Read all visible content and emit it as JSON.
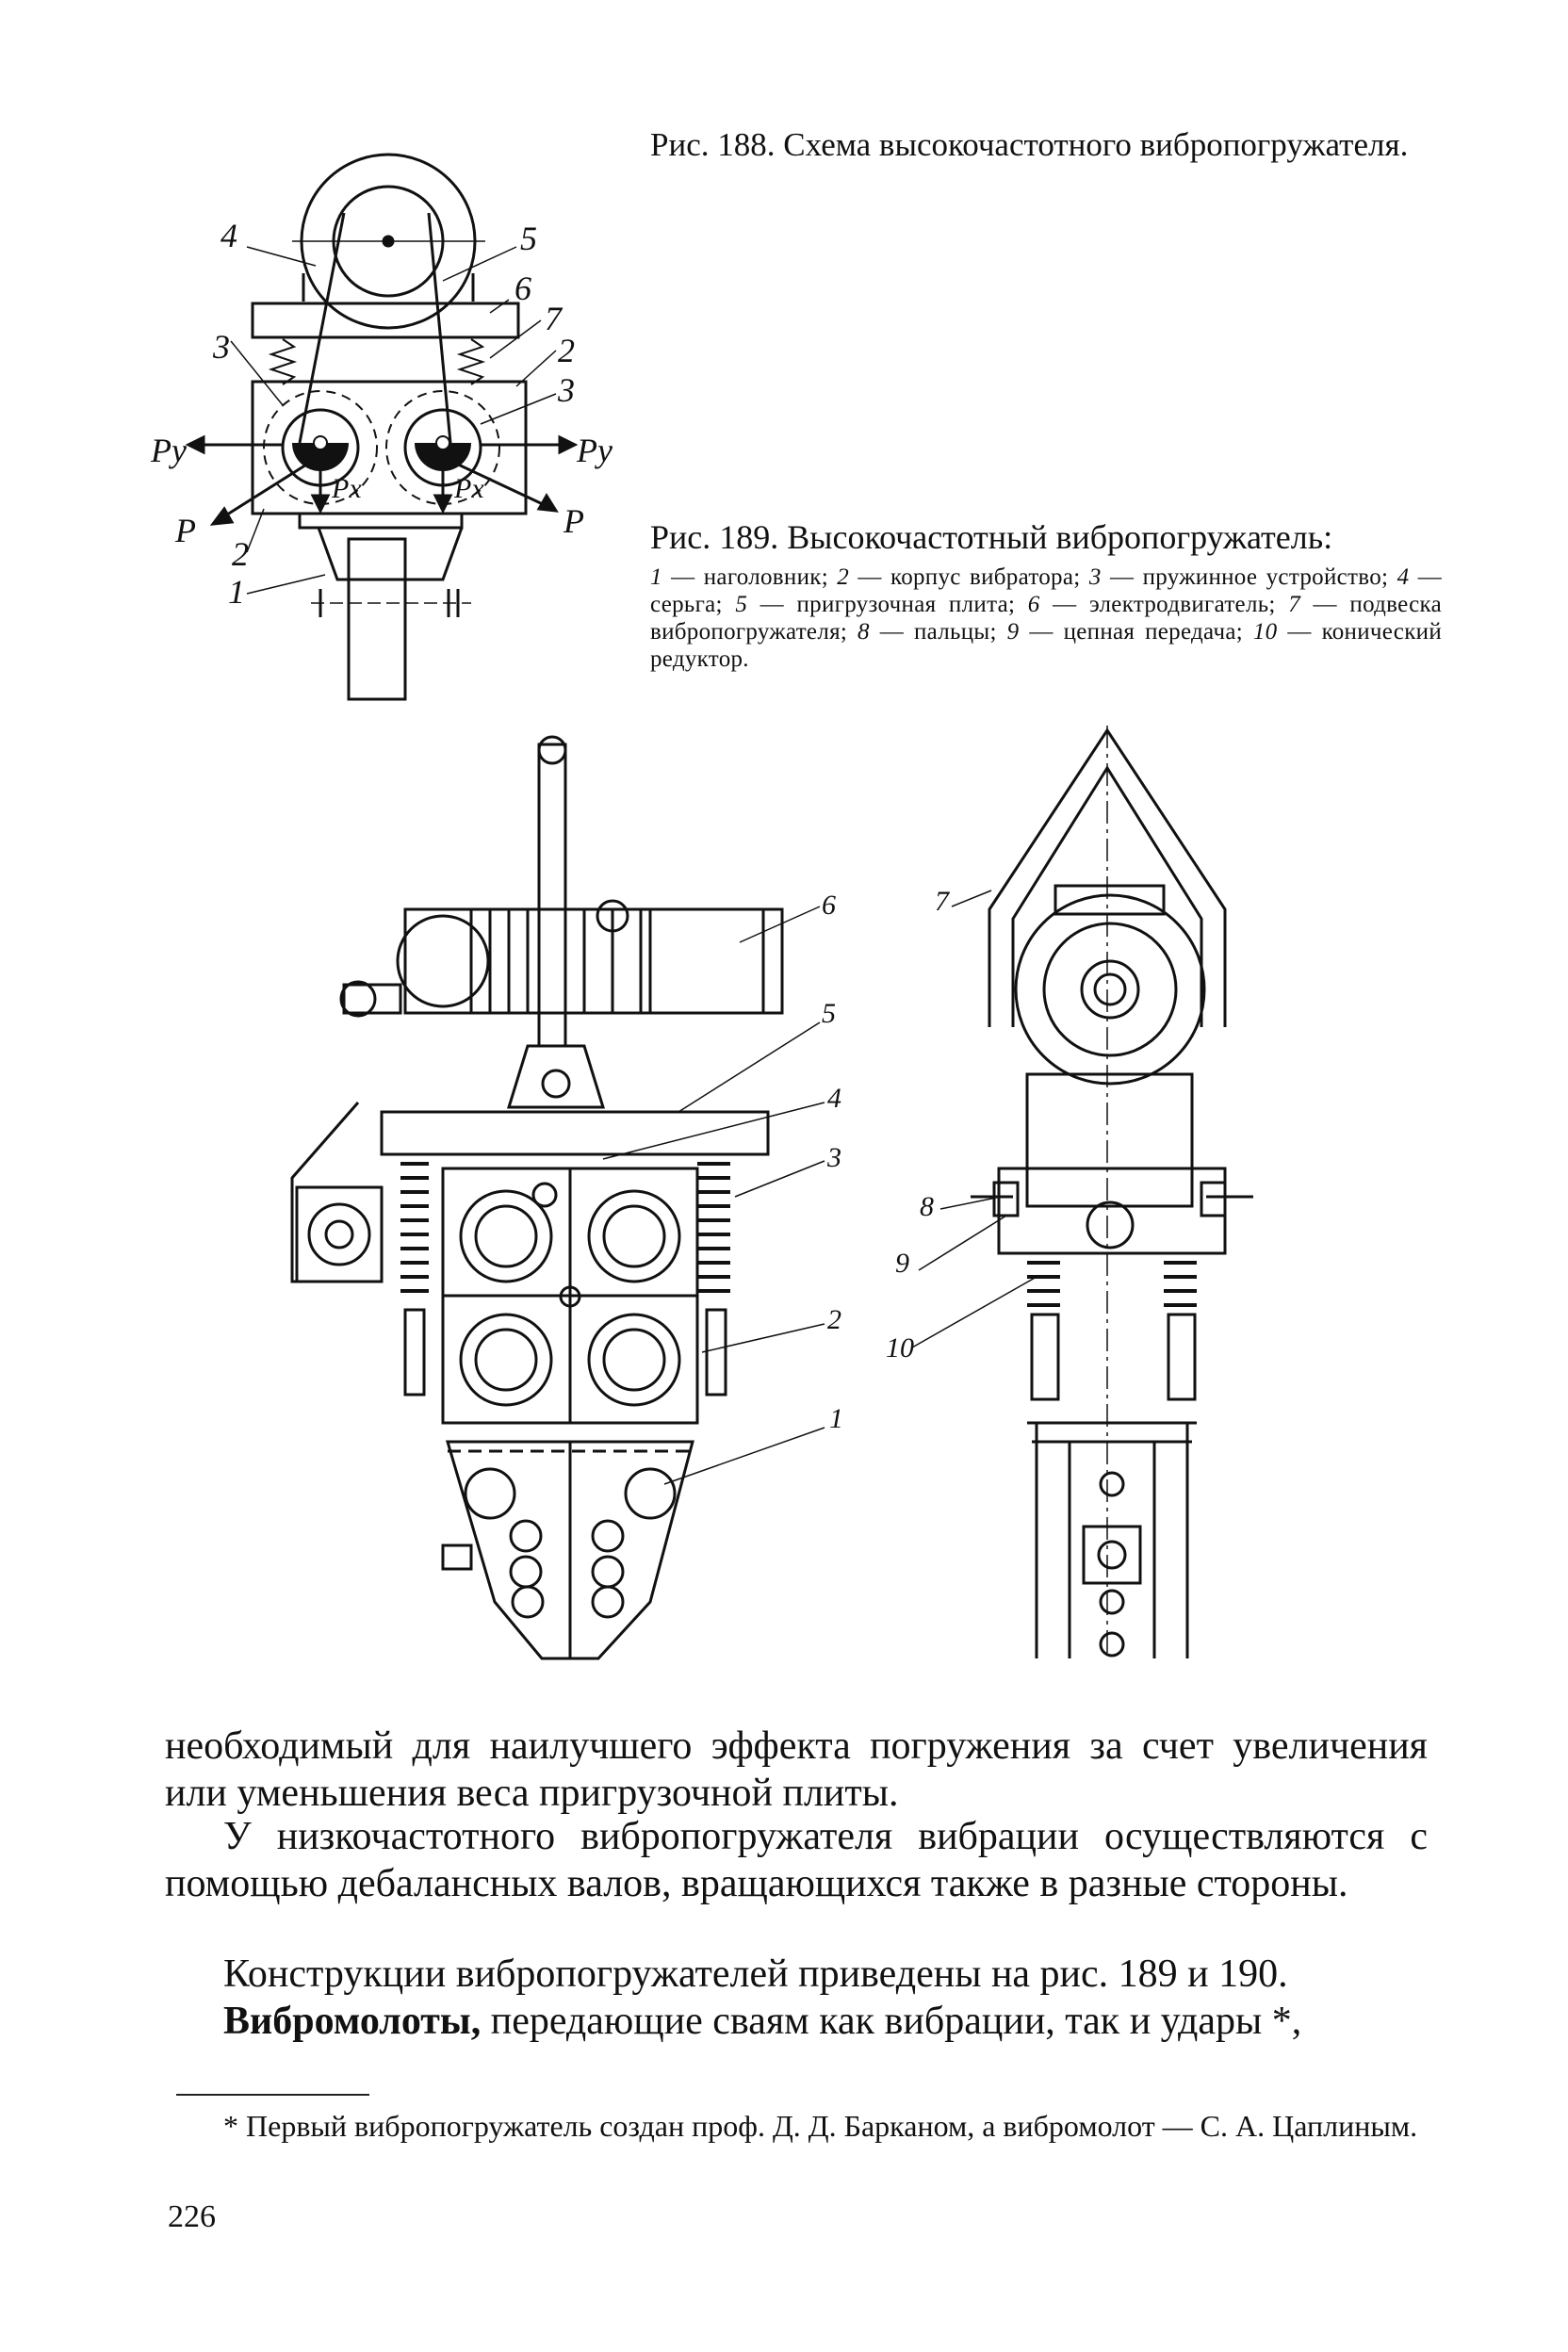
{
  "page_number": "226",
  "fig188": {
    "caption": "Рис. 188. Схема высокочастотного вибропогружателя.",
    "labels": [
      "4",
      "5",
      "6",
      "7",
      "2",
      "3",
      "3",
      "2",
      "1"
    ],
    "forces": {
      "py": "Py",
      "px": "Px",
      "p": "P"
    }
  },
  "fig189": {
    "caption_head": "Рис. 189. Высокочастотный вибропогружатель:",
    "legend": [
      {
        "num": "1",
        "text": "наголовник"
      },
      {
        "num": "2",
        "text": "корпус вибратора"
      },
      {
        "num": "3",
        "text": "пружинное устройство"
      },
      {
        "num": "4",
        "text": "серьга"
      },
      {
        "num": "5",
        "text": "пригрузочная плита"
      },
      {
        "num": "6",
        "text": "электродвигатель"
      },
      {
        "num": "7",
        "text": "подвеска вибропогружателя"
      },
      {
        "num": "8",
        "text": "пальцы"
      },
      {
        "num": "9",
        "text": "цепная передача"
      },
      {
        "num": "10",
        "text": "конический редуктор"
      }
    ],
    "left_labels": [
      "6",
      "5",
      "4",
      "3",
      "2",
      "1"
    ],
    "right_labels": [
      "7",
      "8",
      "9",
      "10"
    ]
  },
  "text": {
    "p1": "необходимый для наилучшего эффекта погружения за счет увеличения или уменьшения веса пригрузочной плиты.",
    "p2": "У низкочастотного вибропогружателя вибрации осуществляются с помощью дебалансных валов, вращающихся также в разные стороны.",
    "p3": "Конструкции вибропогружателей приведены на рис. 189 и 190.",
    "p4_bold": "Вибромолоты,",
    "p4_rest": " передающие сваям как вибрации, так и удары *,"
  },
  "footnote": "* Первый вибропогружатель создан проф. Д. Д. Барканом, а вибромолот — С. А. Цаплиным."
}
